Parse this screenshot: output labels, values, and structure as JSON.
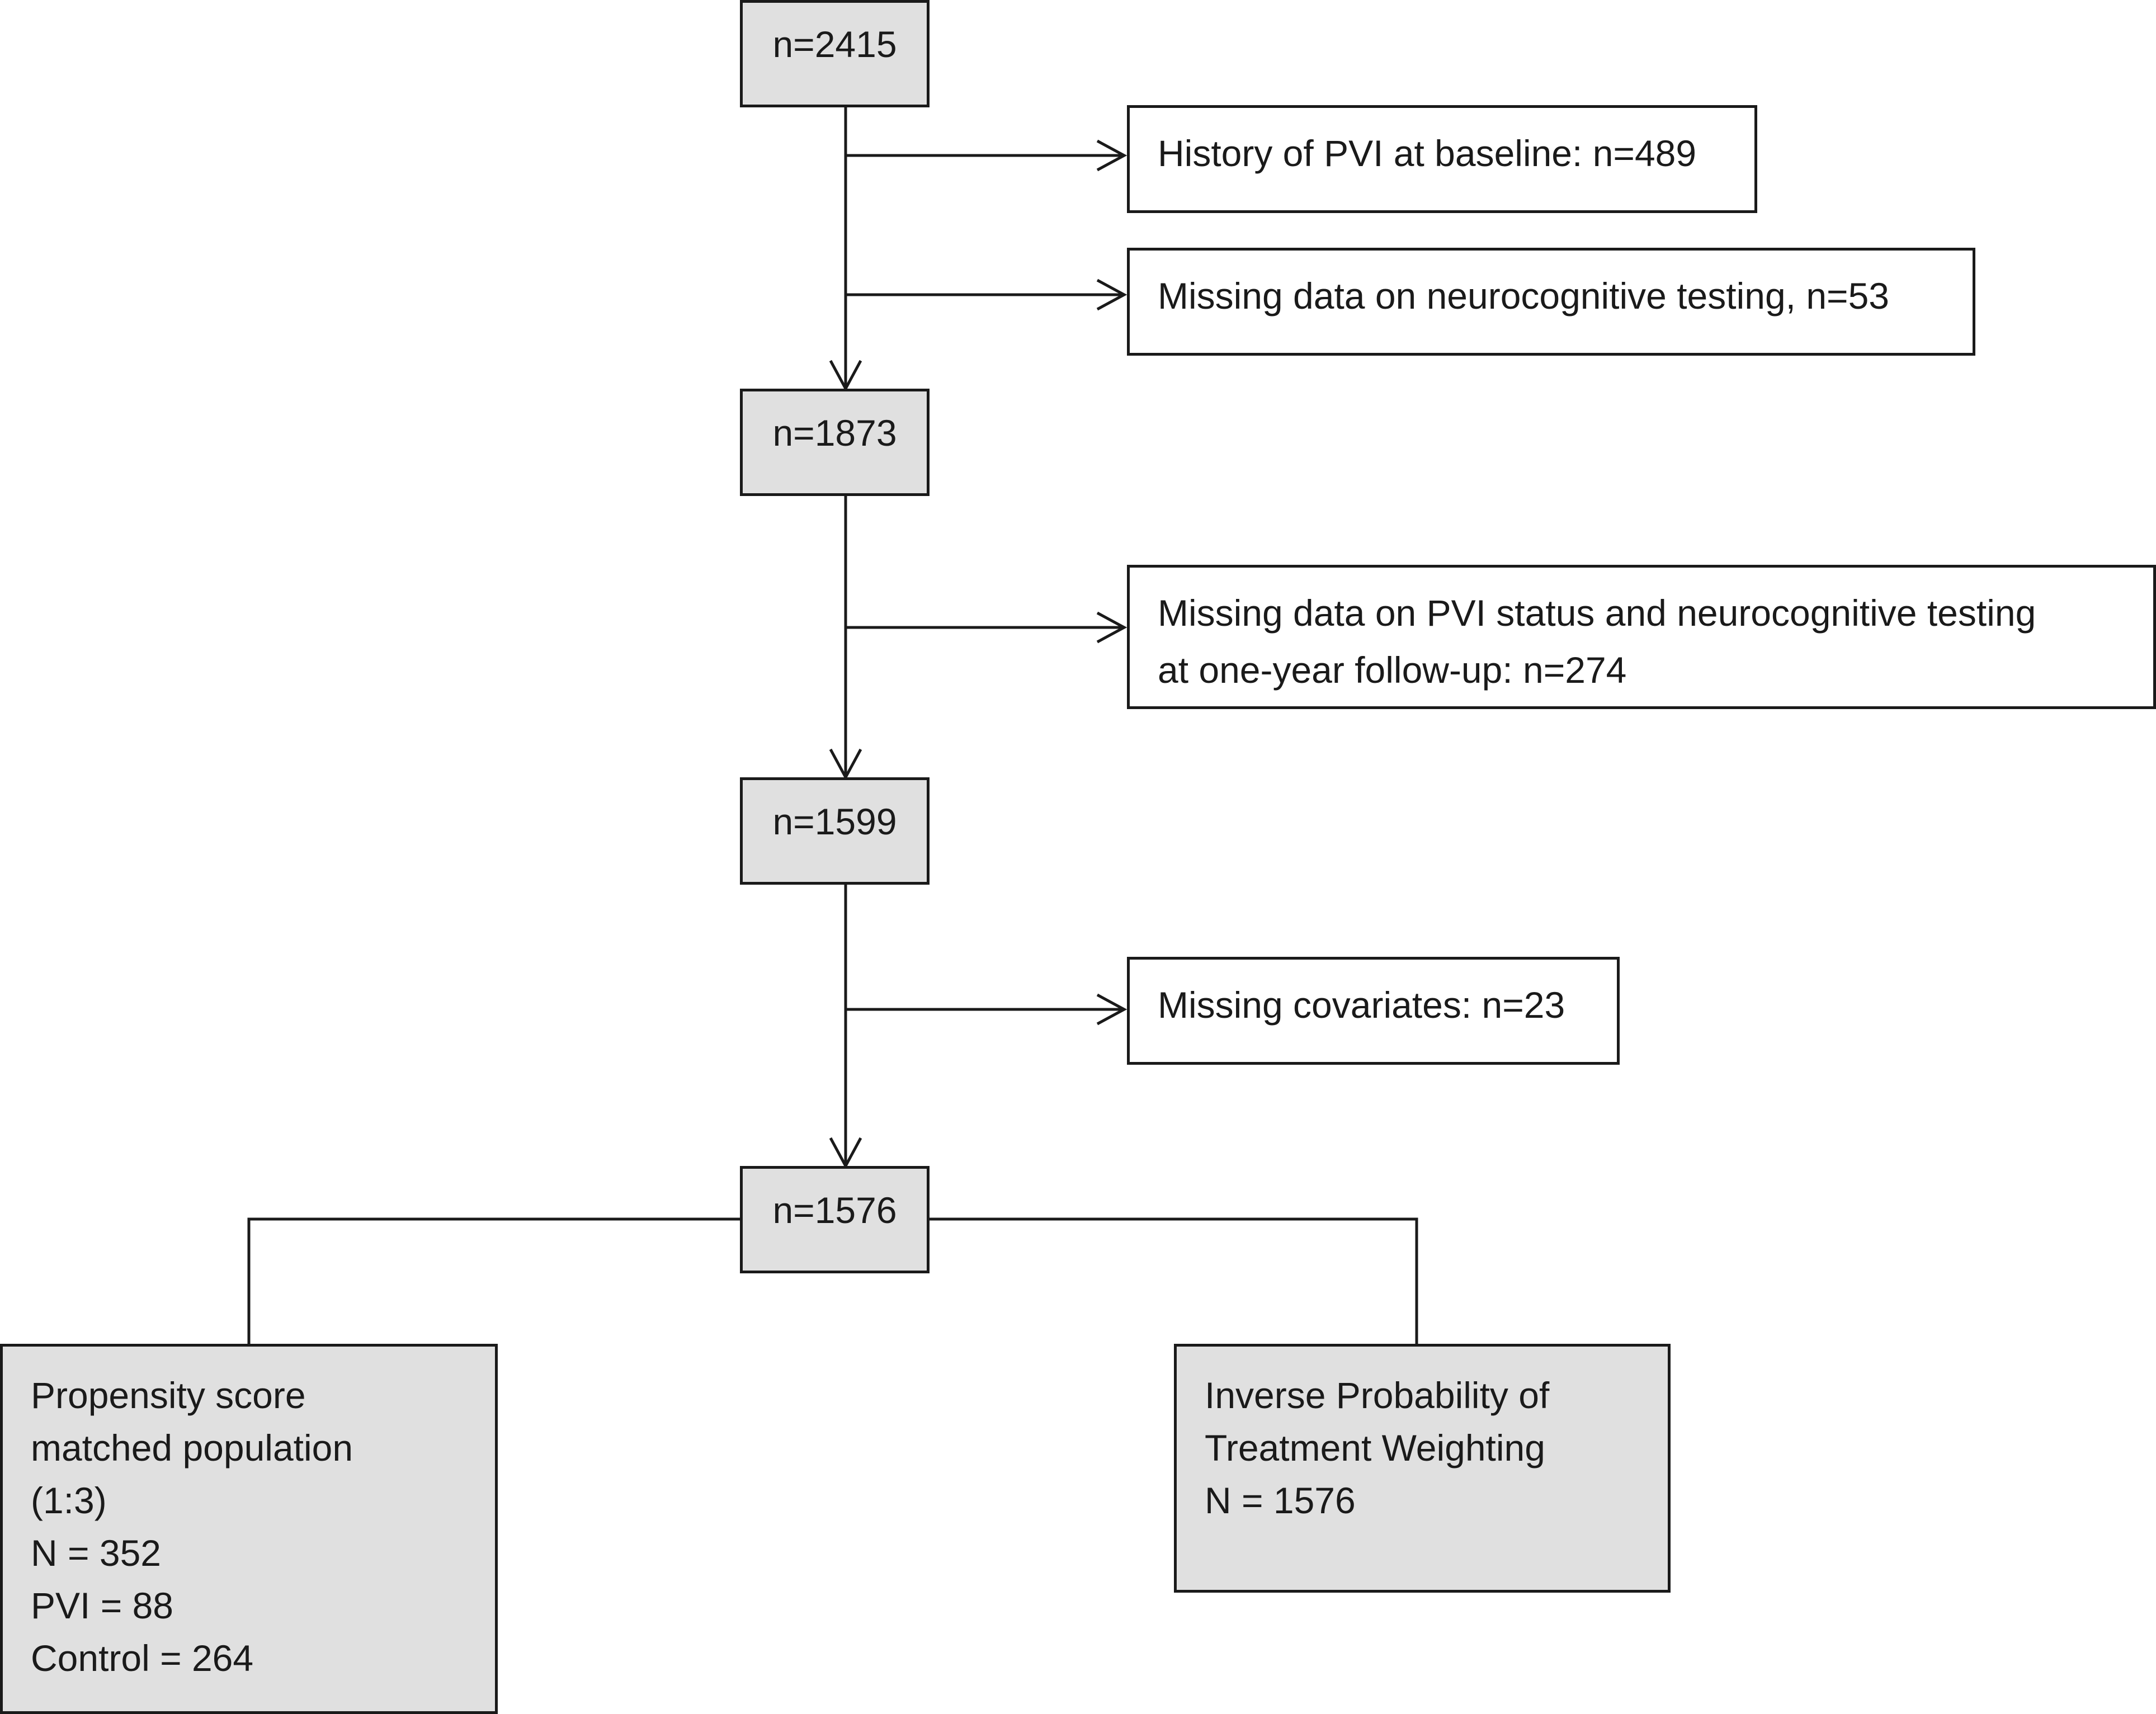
{
  "flow": {
    "n_start": "n=2415",
    "exclusion_1": "History of PVI at baseline: n=489",
    "exclusion_2": "Missing data on neurocognitive testing, n=53",
    "n_after_1": "n=1873",
    "exclusion_3_line1": "Missing data on PVI status and neurocognitive testing",
    "exclusion_3_line2": "at one-year follow-up: n=274",
    "n_after_2": "n=1599",
    "exclusion_4": "Missing covariates: n=23",
    "n_final": "n=1576"
  },
  "outcomes": {
    "psm": {
      "line1": "Propensity score",
      "line2": "matched population",
      "line3": "(1:3)",
      "line4": "N = 352",
      "line5": "PVI = 88",
      "line6": "Control = 264"
    },
    "iptw": {
      "line1": "Inverse Probability of",
      "line2": "Treatment Weighting",
      "line3": "N = 1576"
    }
  },
  "colors": {
    "box_fill": "#e0e0e0",
    "line": "#1a1a1a"
  }
}
